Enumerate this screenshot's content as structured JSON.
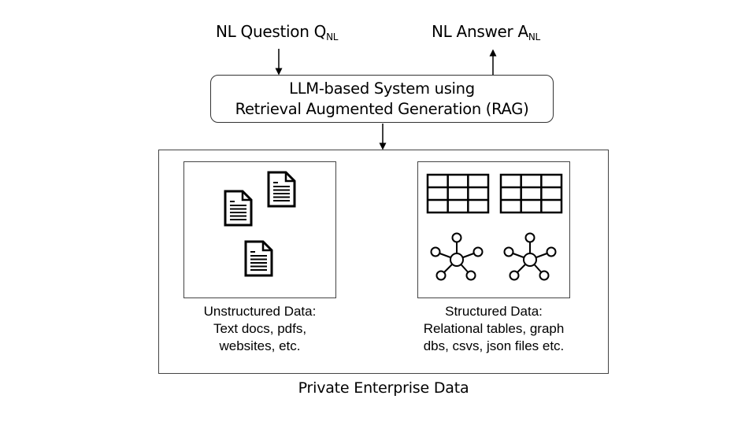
{
  "input_label": {
    "text": "NL Question Q",
    "subscript": "NL"
  },
  "output_label": {
    "text": "NL Answer A",
    "subscript": "NL"
  },
  "system_box": {
    "line1": "LLM-based System using",
    "line2": "Retrieval Augmented Generation (RAG)"
  },
  "unstructured": {
    "icon": "document-icon",
    "icon_count": 3,
    "caption_lines": [
      "Unstructured Data:",
      "Text docs, pdfs,",
      "websites, etc."
    ]
  },
  "structured": {
    "icons": [
      "table-icon",
      "table-icon",
      "graph-icon",
      "graph-icon"
    ],
    "caption_lines": [
      "Structured Data:",
      "Relational tables, graph",
      "dbs, csvs, json files etc."
    ]
  },
  "container_label": "Private Enterprise Data",
  "colors": {
    "stroke": "#333333",
    "text": "#000000",
    "background": "#ffffff"
  }
}
